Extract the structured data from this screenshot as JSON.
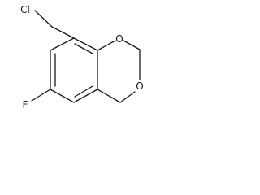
{
  "molecule": {
    "atoms": {
      "chlorine": "Cl",
      "oxygen_ring_top": "O",
      "oxygen_ring_bottom": "O",
      "fluorine": "F"
    }
  }
}
